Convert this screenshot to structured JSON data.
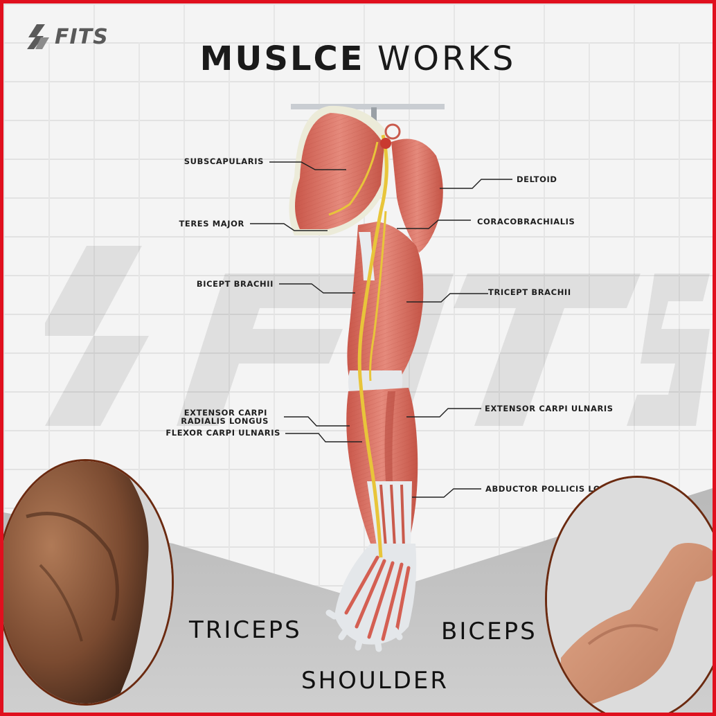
{
  "brand": {
    "name": "FITS"
  },
  "title": {
    "bold": "MUSLCE",
    "light": "WORKS"
  },
  "labels": {
    "subscapularis": "SUBSCAPULARIS",
    "teres_major": "TERES MAJOR",
    "bicept_brachii": "BICEPT BRACHII",
    "extensor_carpi_line1": "EXTENSOR CARPI",
    "extensor_carpi_line2": "RADIALIS LONGUS",
    "flexor_carpi_ulnaris": "FLEXOR CARPI ULNARIS",
    "deltoid": "DELTOID",
    "coracobrachialis": "CORACOBRACHIALIS",
    "tricept_brachii": "TRICEPT BRACHII",
    "extensor_carpi_ulnaris": "EXTENSOR CARPI ULNARIS",
    "abductor_pollicis": "ABDUCTOR POLLICIS LONGUS"
  },
  "bottom": {
    "triceps": "TRICEPS",
    "biceps": "BICEPS",
    "shoulder": "SHOULDER"
  },
  "colors": {
    "border": "#e0101e",
    "muscle": "#d9695c",
    "nerve": "#e8c53a",
    "tendon": "#e9ecef"
  }
}
